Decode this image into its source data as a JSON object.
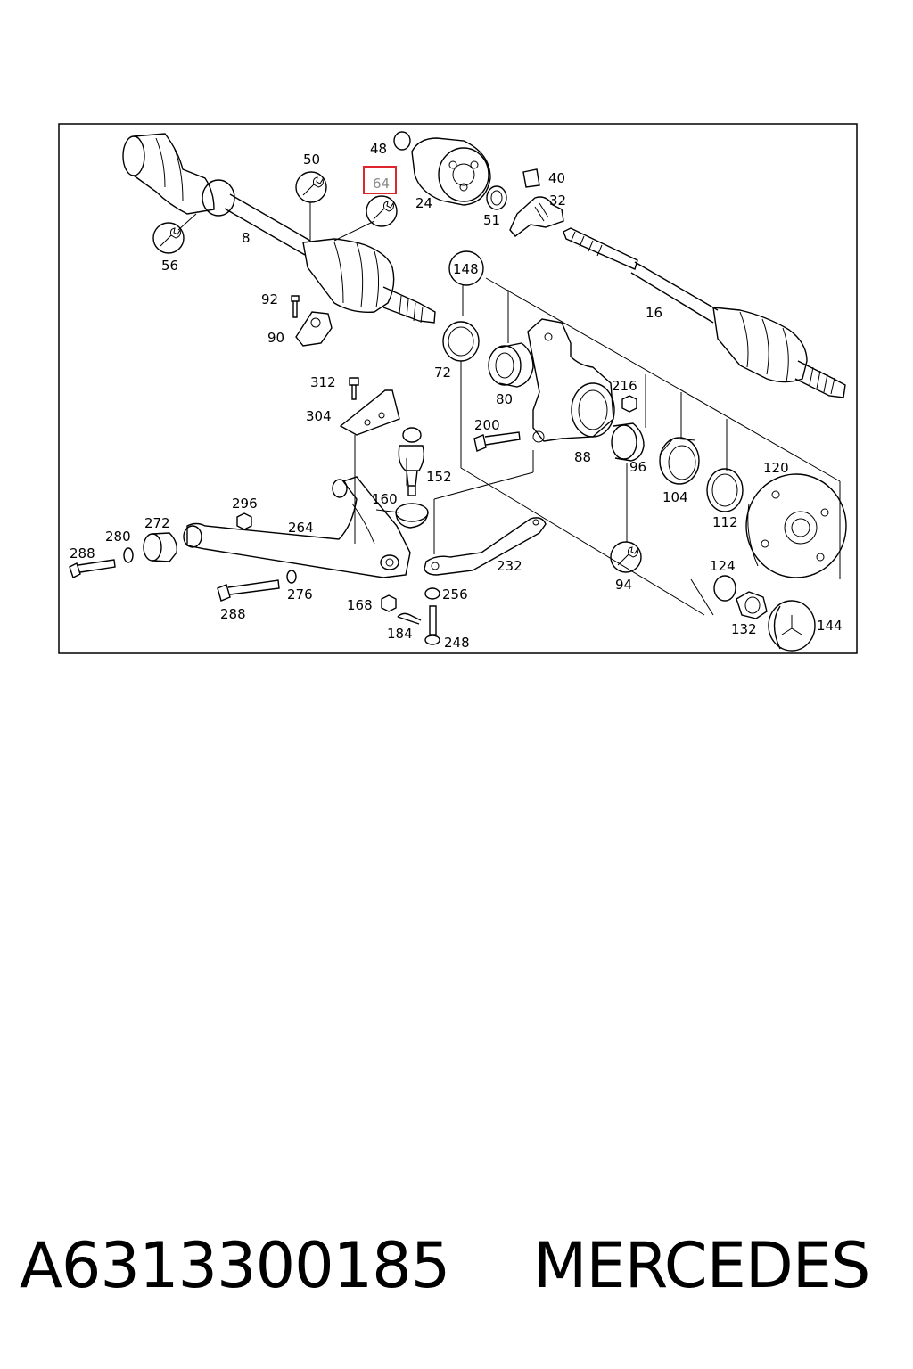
{
  "diagram": {
    "callouts": {
      "c8": "8",
      "c16": "16",
      "c24": "24",
      "c32": "32",
      "c40": "40",
      "c48": "48",
      "c50": "50",
      "c51": "51",
      "c56": "56",
      "c64": "64",
      "c72": "72",
      "c80": "80",
      "c88": "88",
      "c90": "90",
      "c92": "92",
      "c94": "94",
      "c96": "96",
      "c104": "104",
      "c112": "112",
      "c120": "120",
      "c124": "124",
      "c132": "132",
      "c144": "144",
      "c148": "148",
      "c152": "152",
      "c160": "160",
      "c168": "168",
      "c184": "184",
      "c200": "200",
      "c216": "216",
      "c232": "232",
      "c248": "248",
      "c256": "256",
      "c264": "264",
      "c272": "272",
      "c276": "276",
      "c280": "280",
      "c288a": "288",
      "c288b": "288",
      "c296": "296",
      "c304": "304",
      "c312": "312"
    },
    "highlighted_callout": "64",
    "highlight_color": "#e0262d"
  },
  "caption": {
    "part_number": "A6313300185",
    "brand": "MERCEDES"
  }
}
